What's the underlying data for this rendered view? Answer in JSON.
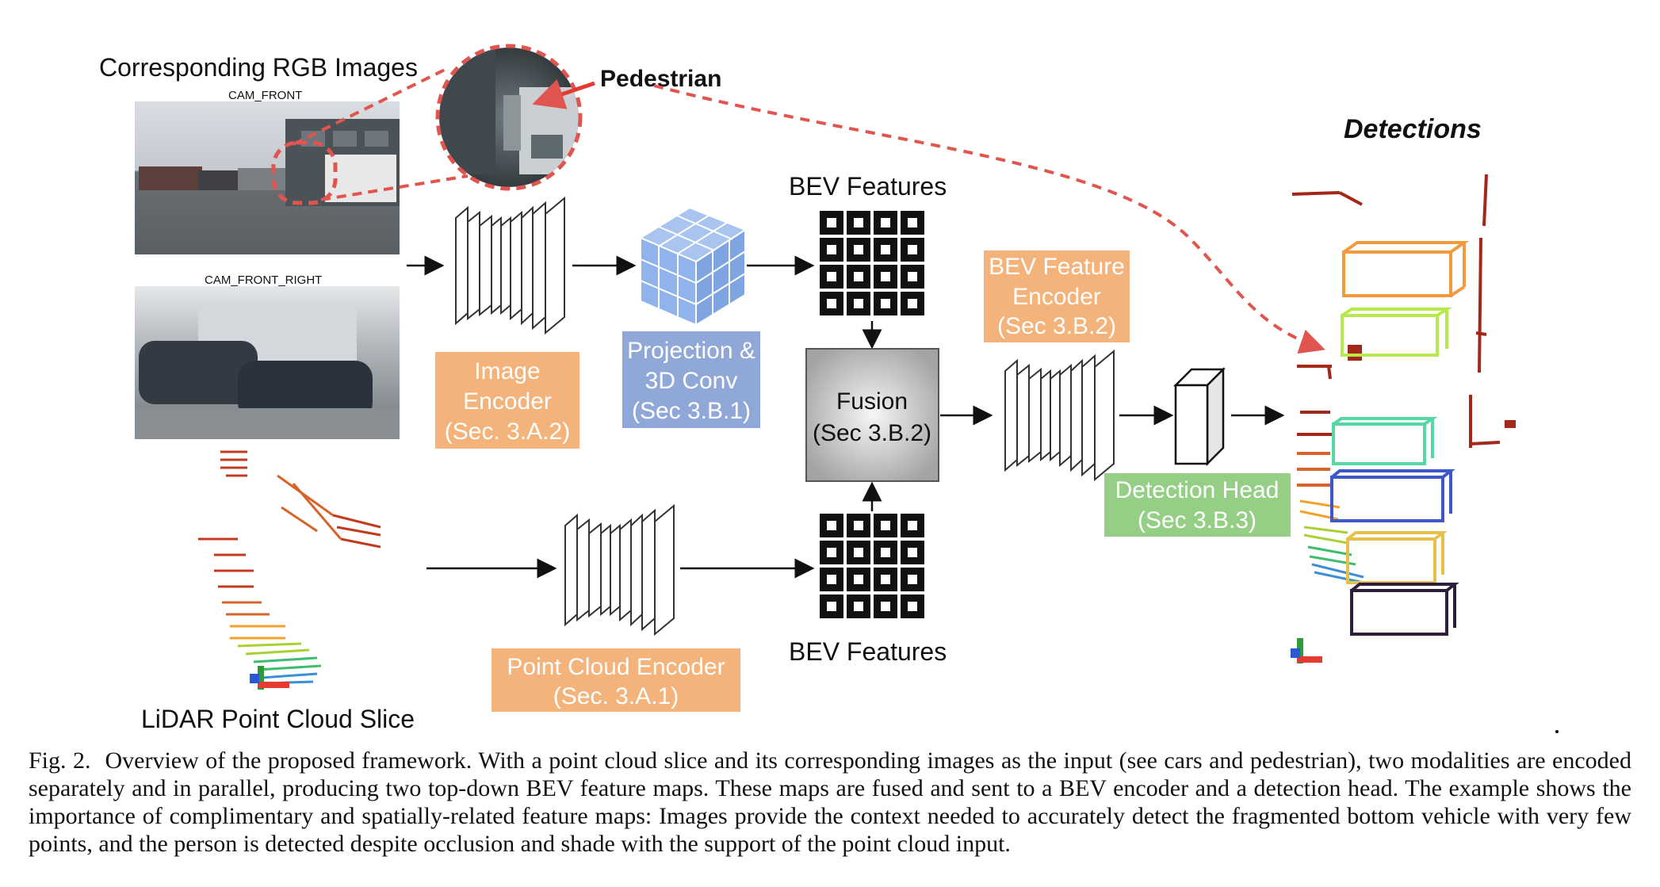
{
  "labels": {
    "rgb_images": "Corresponding RGB Images",
    "cam_front": "CAM_FRONT",
    "cam_front_right": "CAM_FRONT_RIGHT",
    "pedestrian": "Pedestrian",
    "lidar": "LiDAR Point Cloud Slice",
    "bev_features_top": "BEV Features",
    "bev_features_bottom": "BEV Features",
    "detections": "Detections"
  },
  "modules": {
    "image_encoder": [
      "Image",
      "Encoder",
      "(Sec. 3.A.2)"
    ],
    "projection": [
      "Projection &",
      "3D Conv",
      "(Sec 3.B.1)"
    ],
    "fusion": [
      "Fusion",
      "(Sec 3.B.2)"
    ],
    "bev_encoder": [
      "BEV Feature",
      "Encoder",
      "(Sec 3.B.2)"
    ],
    "detection_head": [
      "Detection Head",
      "(Sec 3.B.3)"
    ],
    "point_cloud_encoder": [
      "Point Cloud Encoder",
      "(Sec. 3.A.1)"
    ]
  },
  "colors": {
    "orange_box": "#f3b37a",
    "blue_box": "#8fa8d8",
    "green_box": "#95cf86",
    "red_dashed": "#e0554f",
    "fusion_gray": "#a8a8a8"
  },
  "caption": {
    "fig": "Fig. 2.",
    "text": "Overview of the proposed framework. With a point cloud slice and its corresponding images as the input (see cars and pedestrian), two modalities are encoded separately and in parallel, producing two top-down BEV feature maps. These maps are fused and sent to a BEV encoder and a detection head. The example shows the importance of complimentary and spatially-related feature maps: Images provide the context needed to accurately detect the fragmented bottom vehicle with very few points, and the person is detected despite occlusion and shade with the support of the point cloud input."
  }
}
